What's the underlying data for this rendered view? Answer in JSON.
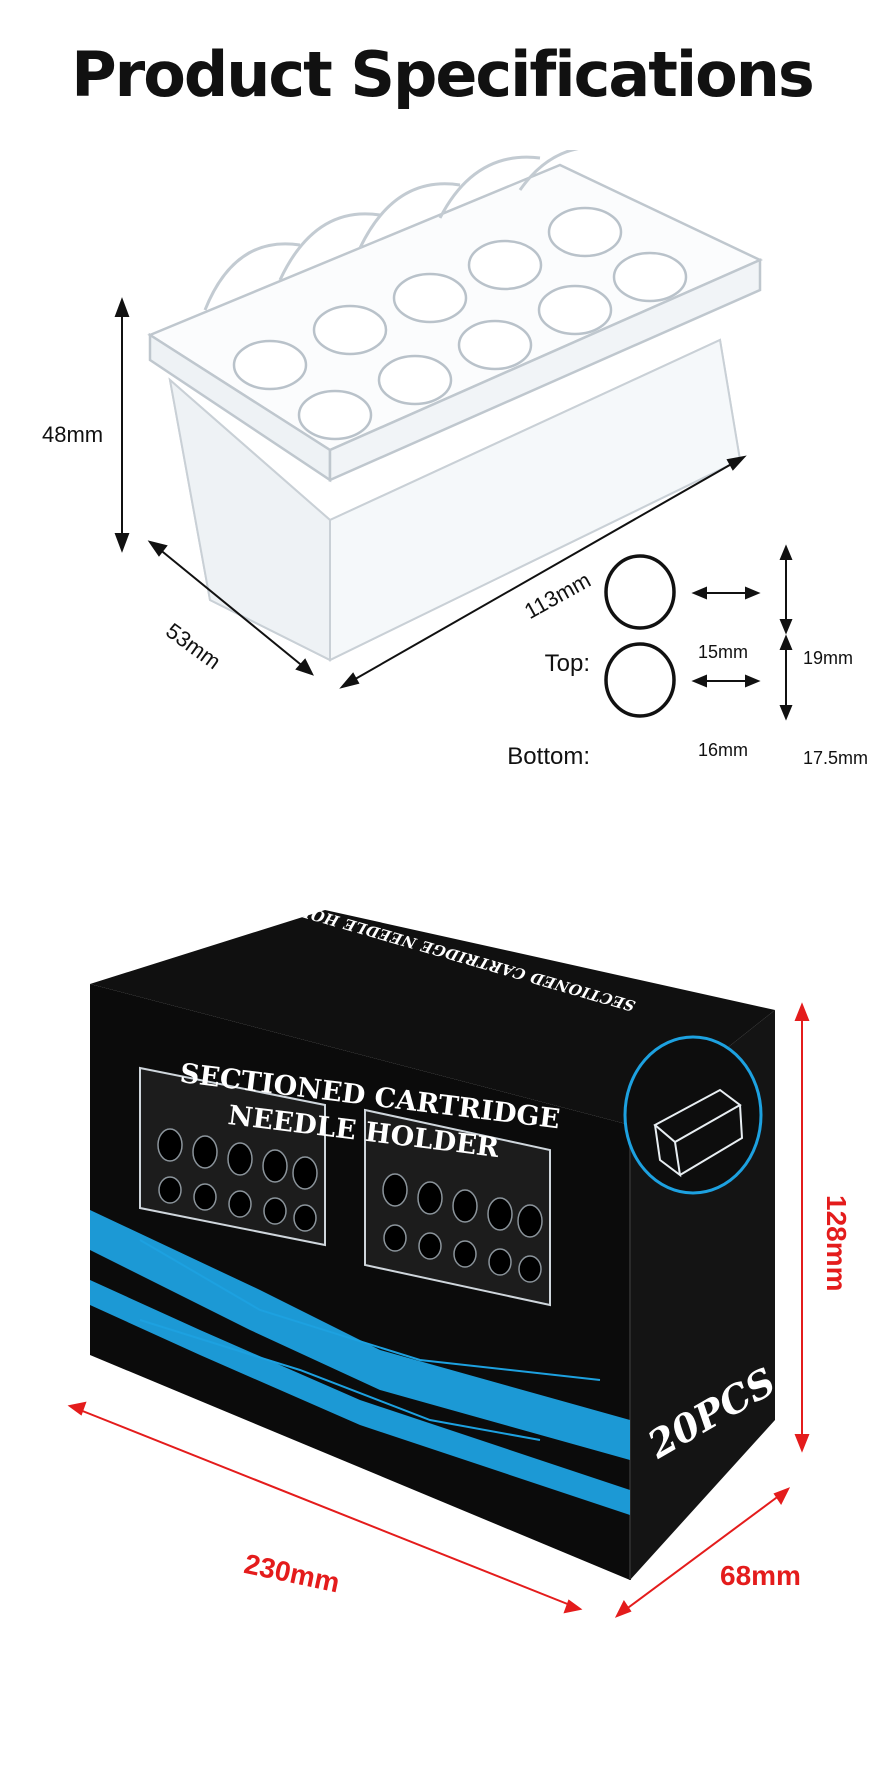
{
  "title": "Product Specifications",
  "holder": {
    "height": "48mm",
    "width": "53mm",
    "length": "113mm"
  },
  "holes": {
    "top": {
      "label": "Top:",
      "diameter": "15mm",
      "depth": "19mm"
    },
    "bottom": {
      "label": "Bottom:",
      "diameter": "16mm",
      "depth": "17.5mm"
    }
  },
  "box": {
    "top_text": "SECTIONED CARTRIDGE NEEDLE HOLDER",
    "front_line1": "SECTIONED CARTRIDGE",
    "front_line2": "NEEDLE HOLDER",
    "count": "20PCS",
    "width": "230mm",
    "depth": "68mm",
    "height": "128mm"
  },
  "colors": {
    "dimension_red": "#e41c1c",
    "box_black": "#0b0b0b",
    "accent_blue": "#1da1e0"
  }
}
